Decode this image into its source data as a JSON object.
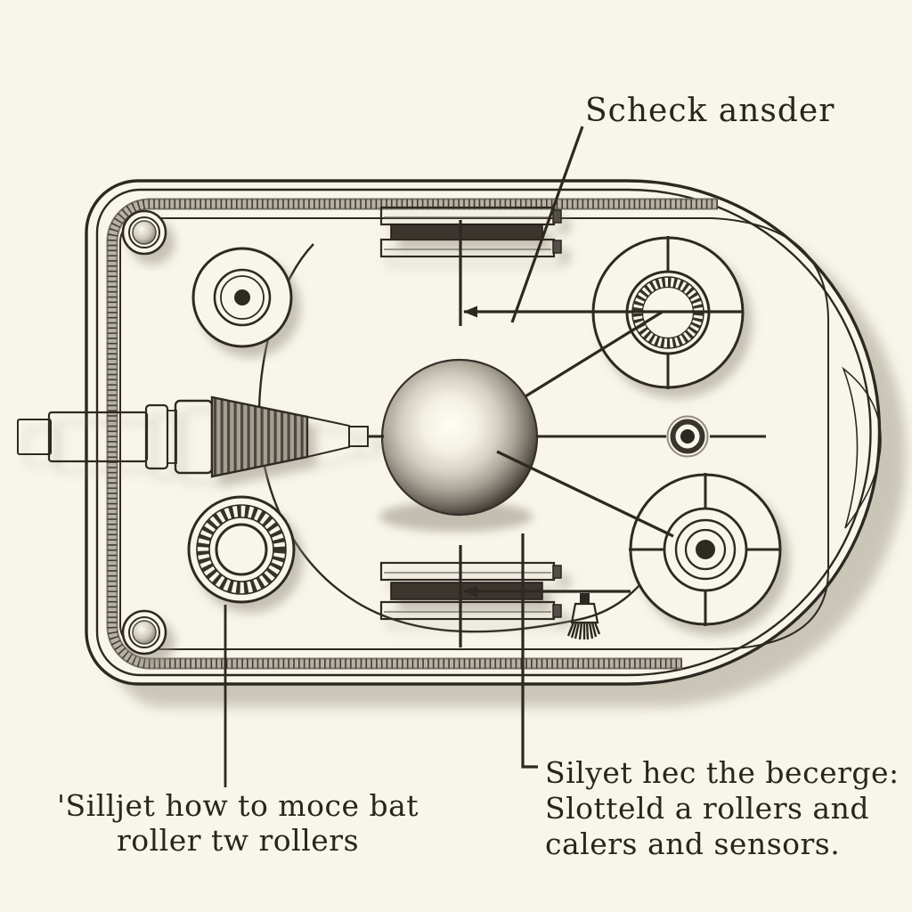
{
  "colors": {
    "paper": "#f8f5ea",
    "ink": "#2d2922",
    "text": "#29251f",
    "core_dark": "#3a362f",
    "band_gray": "#b8b2a4",
    "shadow": "#c5c1b2"
  },
  "figure": {
    "type": "technical-diagram",
    "subject": "roller-and-ball device internals, top view",
    "labels": {
      "top_callout": "Scheck ansder",
      "bottom_left_callout_line1": "'Silljet how to moce bat",
      "bottom_left_callout_line2": "roller tw rollers",
      "bottom_right_callout_line1": "Silyet hec the becerge:",
      "bottom_right_callout_line2": "Slotteld a rollers and",
      "bottom_right_callout_line3": "calers and sensors."
    },
    "icons": {
      "brush": "cleaning-brush-icon"
    }
  }
}
